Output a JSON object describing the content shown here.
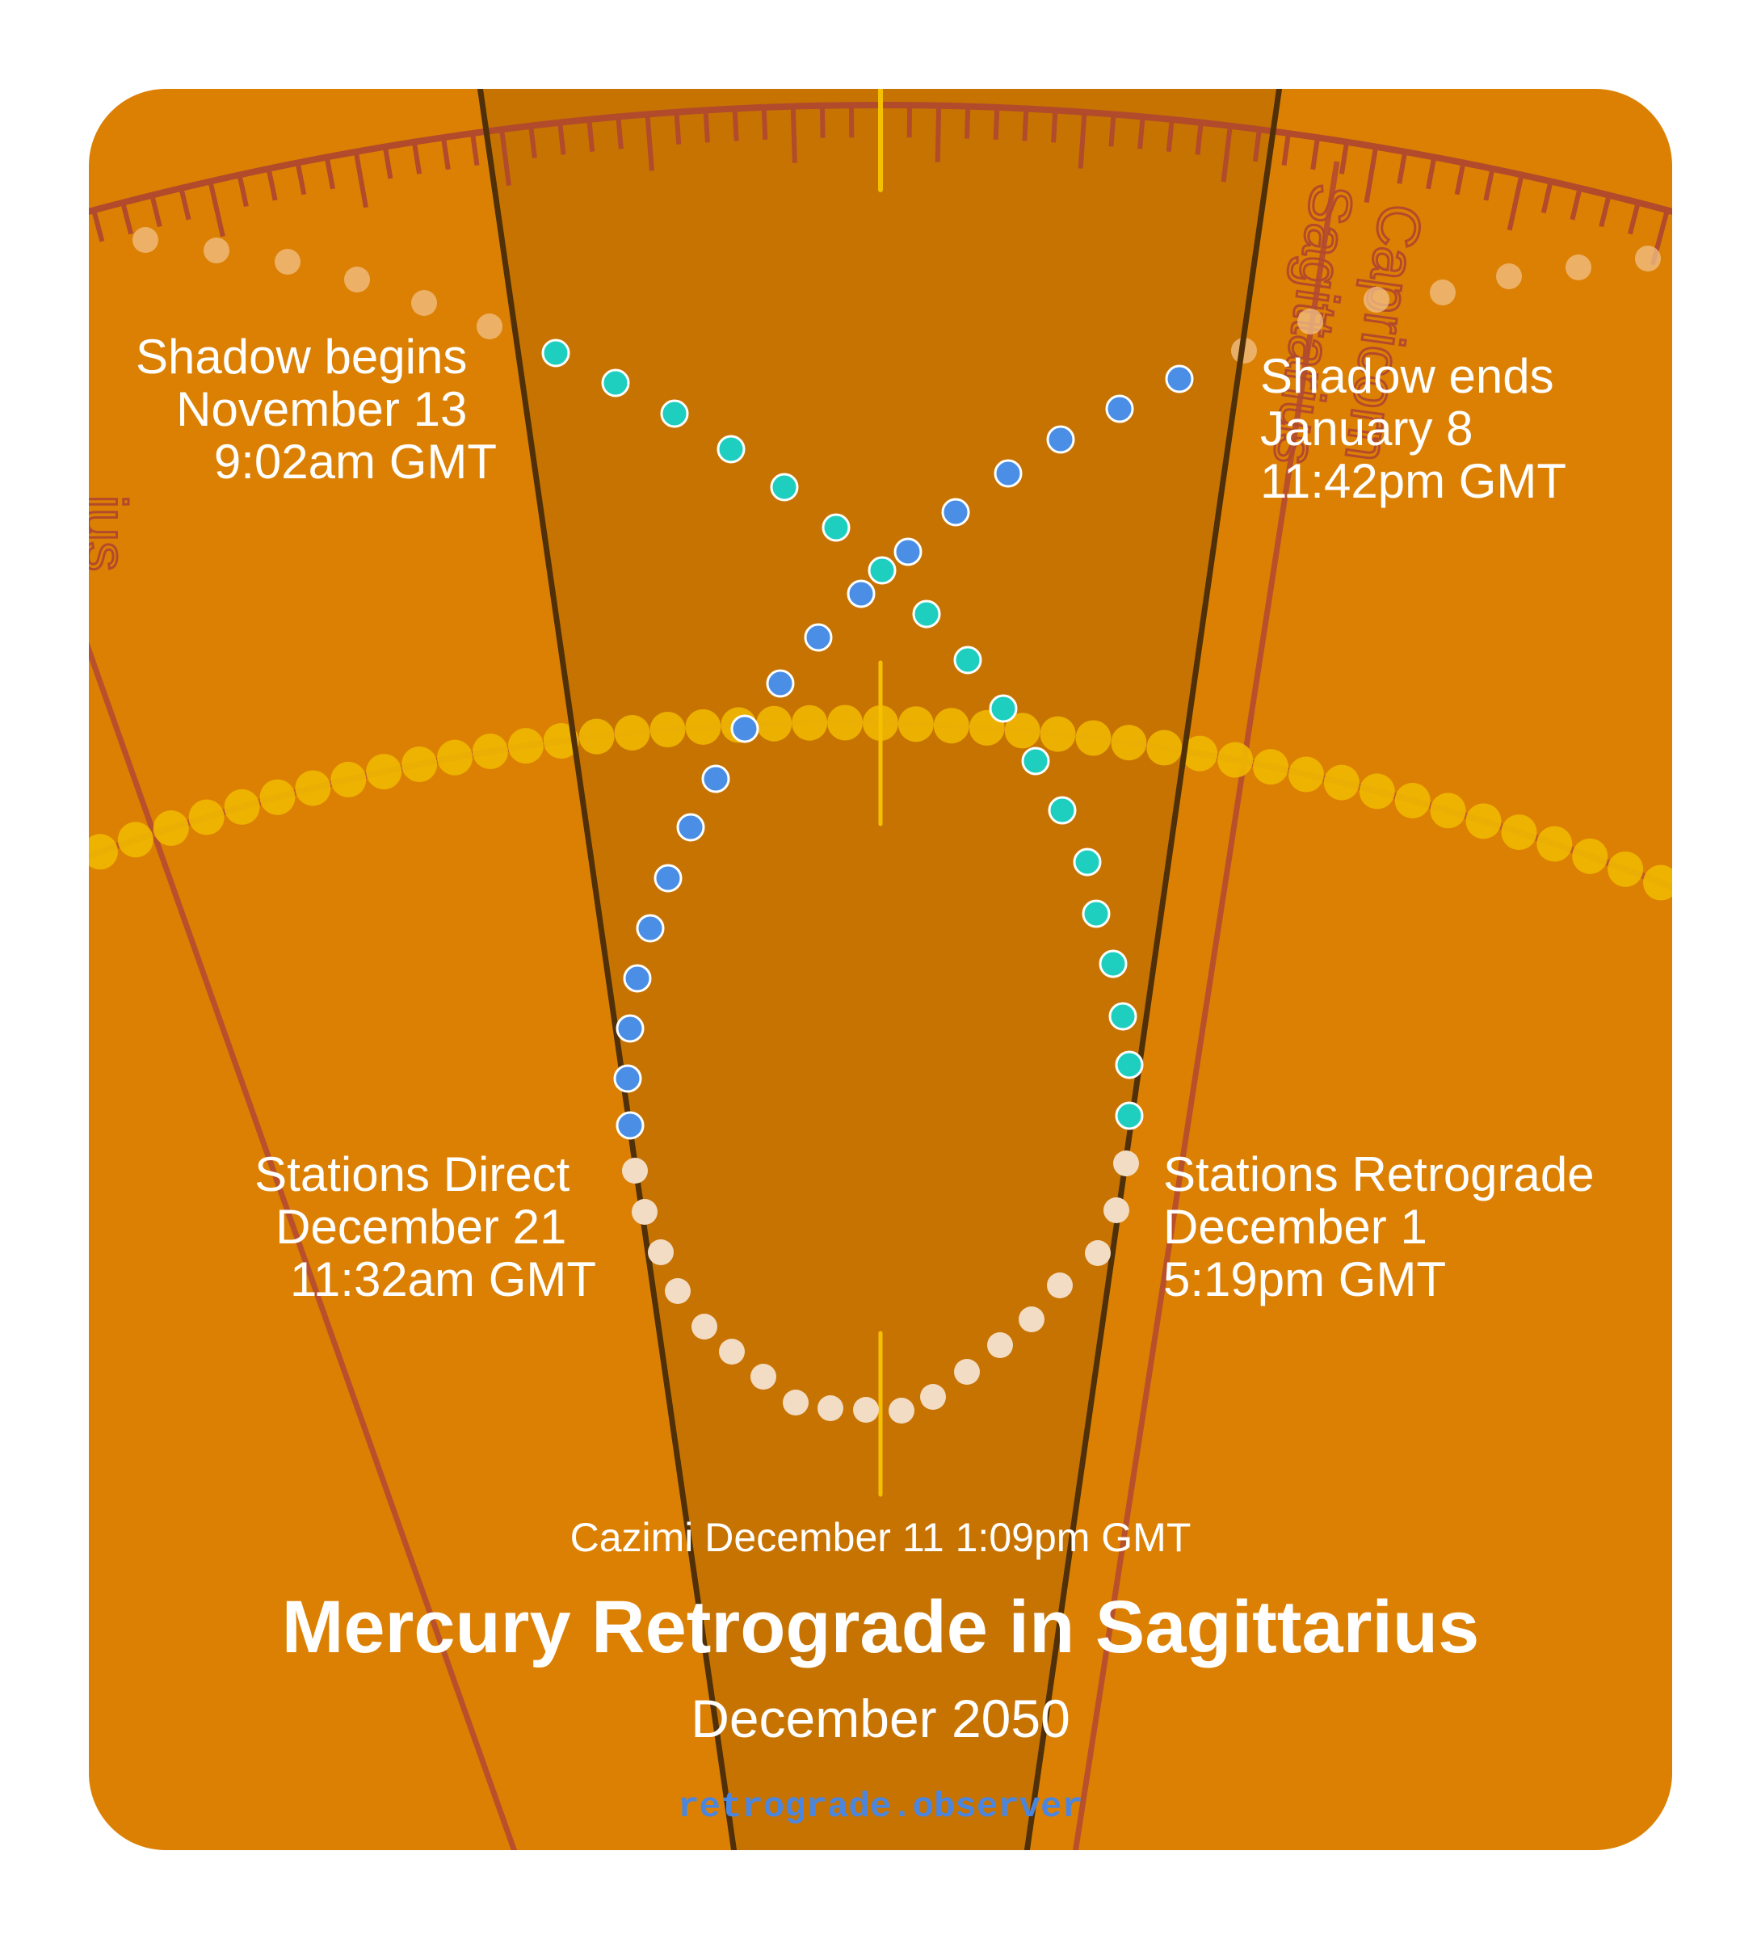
{
  "diagram": {
    "title": "Mercury Retrograde in Sagittarius",
    "subtitle": "December 2050",
    "cazimi": "Cazimi December 11 1:09pm GMT",
    "site": "retrograde.observer",
    "sign_labels": {
      "left_partial": "ius",
      "right_upper": "Capricorn",
      "right_lower": "Sagittarius"
    },
    "events": {
      "shadow_begins": [
        "Shadow begins",
        "November 13",
        "9:02am GMT"
      ],
      "shadow_ends": [
        "Shadow ends",
        "January 8",
        "11:42pm GMT"
      ],
      "stations_direct": [
        "Stations Direct",
        "December 21",
        "11:32am GMT"
      ],
      "stations_retrograde": [
        "Stations Retrograde",
        "December 1",
        "5:19pm GMT"
      ]
    },
    "colors": {
      "background": "#dc8003",
      "shadow_band": "#c77302",
      "band_edge": "#4f3008",
      "sign_lines": "#b8502c",
      "sun_dots": "#f0b800",
      "pre_shadow_dots": "#1ecfbf",
      "post_shadow_dots": "#4a8ee6",
      "retrograde_dots": "#f3dcc4",
      "text": "#ffffff",
      "site_text": "#4a86e0"
    }
  }
}
